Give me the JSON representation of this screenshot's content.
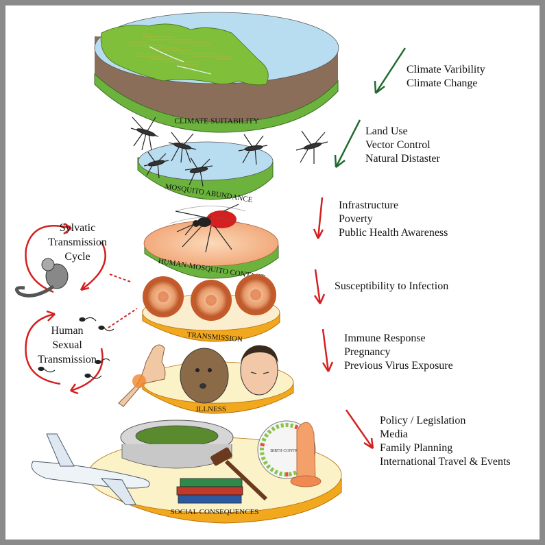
{
  "layers": [
    {
      "label": "CLIMATE SUITABILITY",
      "factors": [
        "Climate Varibility",
        "Climate Change"
      ],
      "arrow_color": "#1f6b2e"
    },
    {
      "label": "MOSQUITO ABUNDANCE",
      "factors": [
        "Land Use",
        "Vector Control",
        "Natural Distaster"
      ],
      "arrow_color": "#1f6b2e"
    },
    {
      "label": "HUMAN-MOSQUITO CONTACT",
      "factors": [
        "Infrastructure",
        "Poverty",
        "Public Health Awareness"
      ],
      "arrow_color": "#d42020"
    },
    {
      "label": "TRANSMISSION",
      "factors": [
        "Susceptibility to Infection"
      ],
      "arrow_color": "#d42020"
    },
    {
      "label": "ILLNESS",
      "factors": [
        "Immune Response",
        "Pregnancy",
        "Previous Virus Exposure"
      ],
      "arrow_color": "#d42020"
    },
    {
      "label": "SOCIAL CONSEQUENCES",
      "factors": [
        "Policy / Legislation",
        "Media",
        "Family Planning",
        "International Travel & Events"
      ],
      "arrow_color": "#d42020"
    }
  ],
  "cycles": [
    {
      "lines": [
        "Sylvatic",
        "Transmission",
        "Cycle"
      ]
    },
    {
      "lines": [
        "Human",
        "Sexual",
        "Transmission"
      ]
    }
  ],
  "birth_control_label": "BIRTH CONTROL",
  "colors": {
    "green_rim": "#6cb33e",
    "yellow_rim": "#f2a81d",
    "red": "#d42020",
    "water": "#b9ddf0"
  }
}
